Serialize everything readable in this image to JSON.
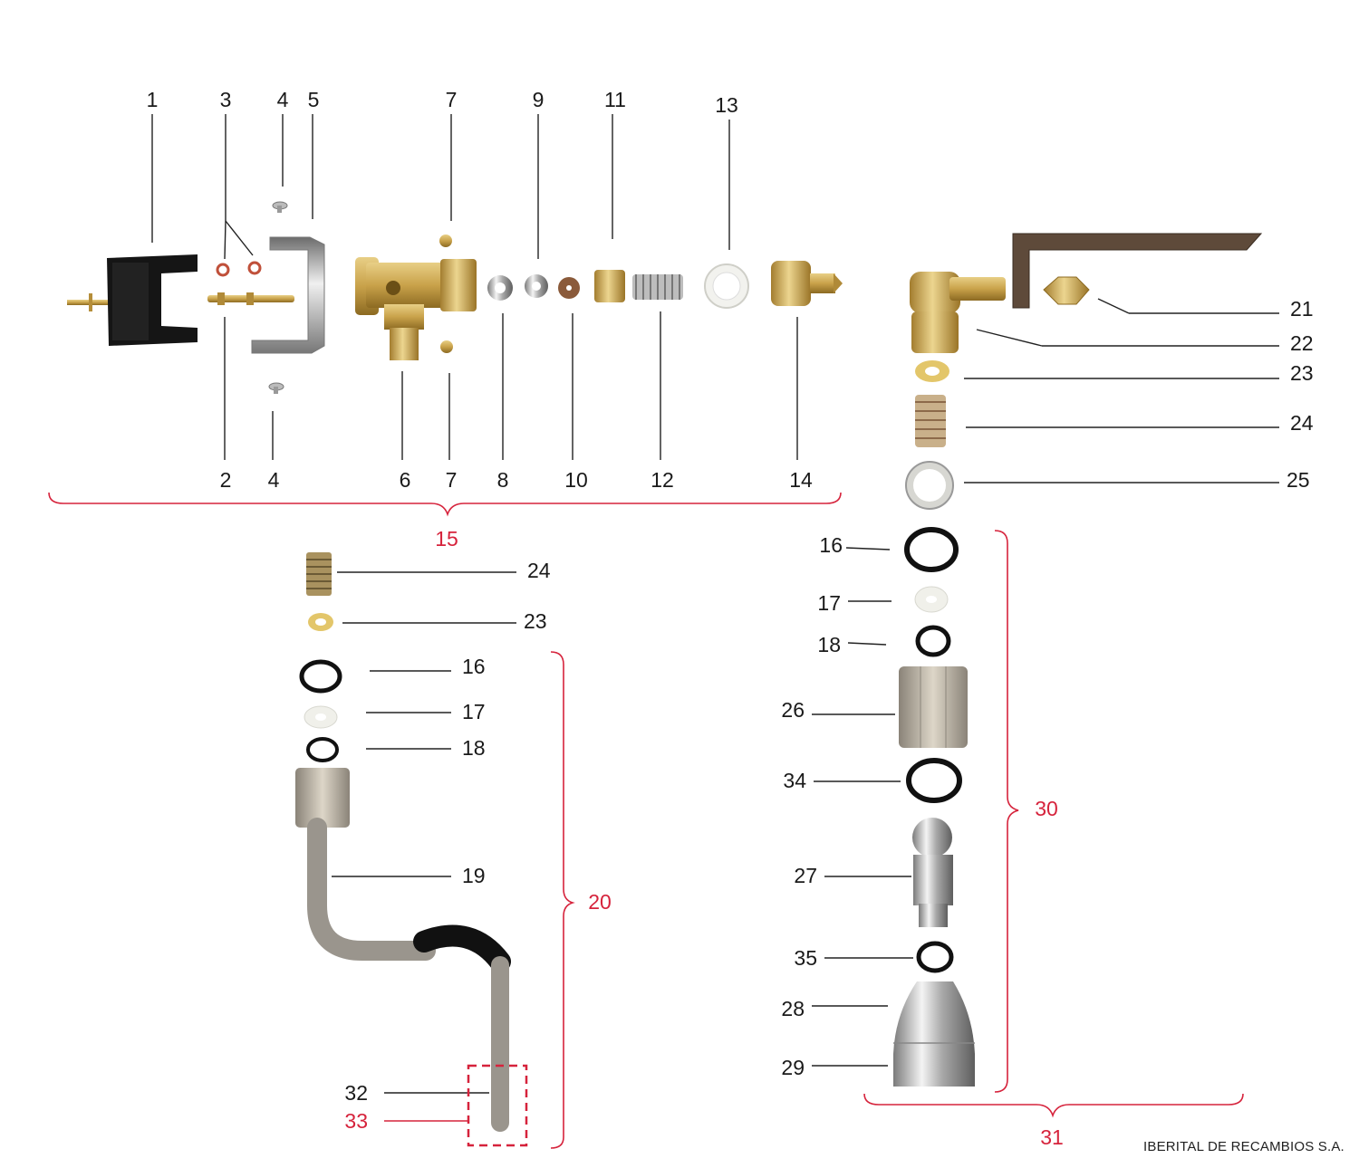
{
  "colors": {
    "callout_black": "#1a1a1a",
    "callout_red": "#d6233c",
    "line": "#222222",
    "brass": "#c9a24a",
    "chrome": "#b8b8b8",
    "black_part": "#111111",
    "white_part": "#f2f2ee",
    "rubber_ring": "#c0503a"
  },
  "top_labels": {
    "l1": "1",
    "l3": "3",
    "l4a": "4",
    "l5": "5",
    "l7a": "7",
    "l9": "9",
    "l11": "11",
    "l13": "13",
    "l2": "2",
    "l4b": "4",
    "l6": "6",
    "l7b": "7",
    "l8": "8",
    "l10": "10",
    "l12": "12",
    "l14": "14"
  },
  "right_labels": {
    "l21": "21",
    "l22": "22",
    "l23": "23",
    "l24": "24",
    "l25": "25"
  },
  "right_assembly_labels": {
    "l16": "16",
    "l17": "17",
    "l18": "18",
    "l26": "26",
    "l34": "34",
    "l27": "27",
    "l35": "35",
    "l28": "28",
    "l29": "29"
  },
  "left_assembly_labels": {
    "l24": "24",
    "l23": "23",
    "l16": "16",
    "l17": "17",
    "l18": "18",
    "l19": "19",
    "l32": "32",
    "l33": "33"
  },
  "group_labels": {
    "g15": "15",
    "g20": "20",
    "g30": "30",
    "g31": "31"
  },
  "footer": {
    "company": "IBERITAL DE RECAMBIOS S.A."
  }
}
